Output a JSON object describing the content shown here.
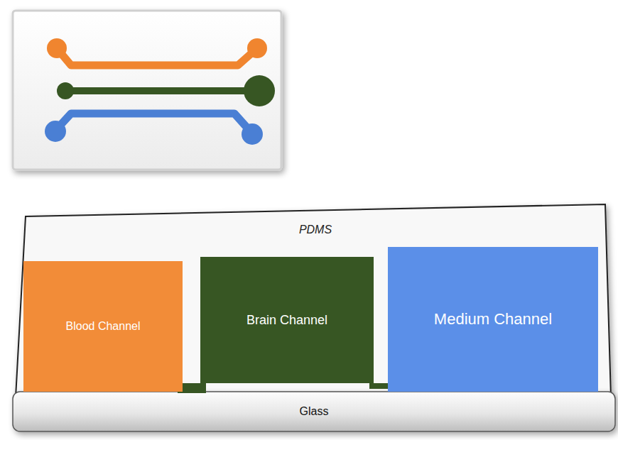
{
  "diagram": {
    "nodes": [
      {
        "text": [
          "PDMS"
        ]
      },
      {
        "text": [
          "Blood Channel"
        ],
        "in": 0
      },
      {
        "text": [
          "Brain Channel"
        ],
        "in": 0
      },
      {
        "text": [
          "Medium Channel"
        ],
        "in": 0
      },
      {
        "text": [
          "Glass"
        ]
      }
    ]
  }
}
